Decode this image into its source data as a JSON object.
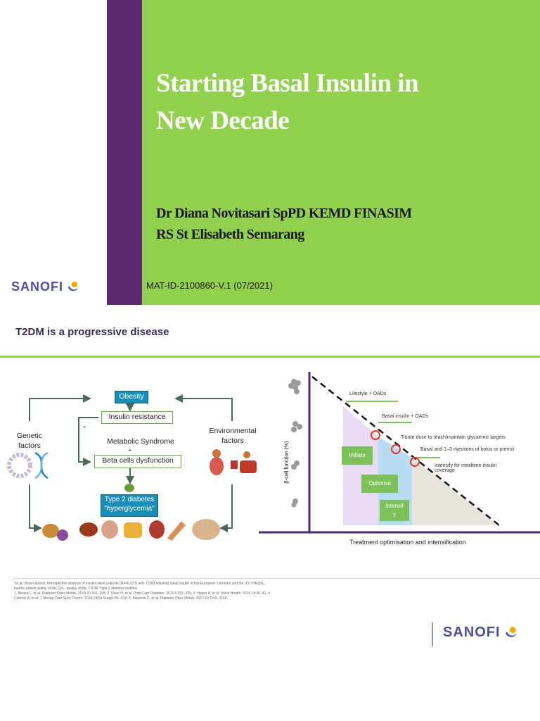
{
  "slide1": {
    "title_line1": "Starting Basal Insulin in",
    "title_line2": "New Decade",
    "author_line1": "Dr Diana Novitasari SpPD KEMD FINASIM",
    "author_line2": "RS St Elisabeth Semarang",
    "mat_id": "MAT-ID-2100860-V.1 (07/2021)",
    "logo_text": "SANOFI"
  },
  "slide2": {
    "title": "T2DM is a progressive disease",
    "left_diagram": {
      "obesity": "Obesity",
      "insulin_resistance": "Insulin resistance",
      "metabolic_syndrome": "Metabolic Syndrome",
      "plus1": "+",
      "plus2": "+",
      "beta_cells": "Beta cells dysfunction",
      "genetic_line1": "Genetic",
      "genetic_line2": "factors",
      "environmental_line1": "Environmental",
      "environmental_line2": "factors",
      "t2d_line1": "Type 2 diabetes",
      "t2d_line2": "\"hyperglycemia\""
    },
    "right_chart": {
      "y_label": "β-cell function (%)",
      "x_label": "Treatment optimisation and intensification",
      "lifestyle": "Lifestyle + OADs",
      "basal_oads": "Basal insulin + OADs",
      "titrate": "Titrate dose to reach/maintain glycaemic targets",
      "basal_bolus": "Basal and 1–3 injections of bolus or premix",
      "intensify_line1": "Intensify for mealtime insulin",
      "intensify_line2": "coverage",
      "initiate": "Initiate",
      "optimise": "Optimise",
      "intensify_box_line1": "Intensif",
      "intensify_box_line2": "y"
    },
    "footnote_line1": "*In an observational, retrospective analysis of insulin-naive patients (N=40,627) with T2DM initiating basal insulin in five European countries and the US.³ HRQoL,",
    "footnote_line2": "health-related quality of life; QoL, quality of life; T2DM, Type 2 diabetes mellitus",
    "footnote_line3": "1. Berard L, et al. Diabetes Obes Metab. 2018;20:301–308; 2. Khan H, et al. Prim Care Diabetes. 2011;5:251–255; 3. Hayes A, et al. Value Health. 2016;19:36–41; 4.",
    "footnote_line4": "Cannon A, et al. J Manag Care Spec Pharm. 2018;24(9a Suppl):S5–S13; 5. Mauricio D, et al. Diabetes Obes Metab. 2017;19:1155–1164.",
    "logo_text": "SANOFI"
  },
  "colors": {
    "purple": "#5b2c6f",
    "green": "#92d050",
    "sanofi": "#4b4f9b"
  }
}
